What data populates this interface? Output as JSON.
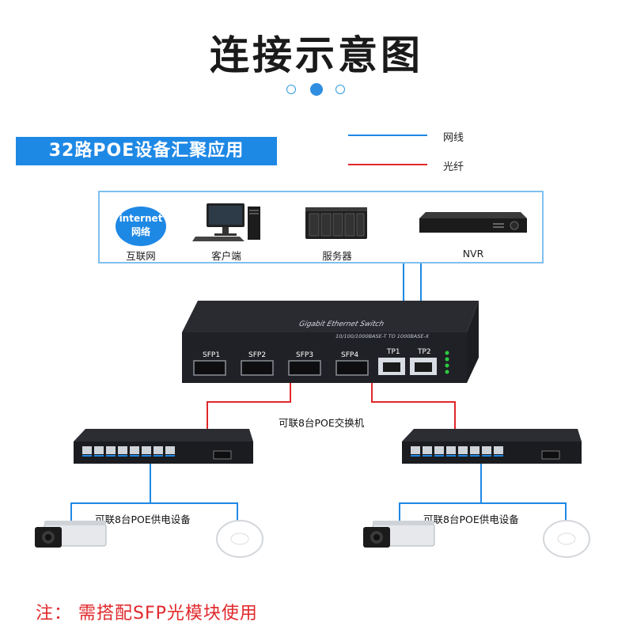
{
  "title": "连接示意图",
  "banner": "32路POE设备汇聚应用",
  "legend": {
    "network_label": "网线",
    "fiber_label": "光纤",
    "network_color": "#1e88e5",
    "fiber_color": "#e0282b"
  },
  "devices": {
    "internet_badge_line1": "internet",
    "internet_badge_line2": "网络",
    "internet_label": "互联网",
    "client_label": "客户端",
    "server_label": "服务器",
    "nvr_label": "NVR"
  },
  "main_switch": {
    "brand_text": "Gigabit Ethernet Switch",
    "spec_text": "10/100/1000BASE-T TO 1000BASE-X",
    "ports": [
      "SFP1",
      "SFP2",
      "SFP3",
      "SFP4",
      "TP1",
      "TP2"
    ]
  },
  "cascade_label": "可联8台POE交换机",
  "left_group_label": "可联8台POE供电设备",
  "right_group_label": "可联8台POE供电设备",
  "footnote": "注：  需搭配SFP光模块使用"
}
